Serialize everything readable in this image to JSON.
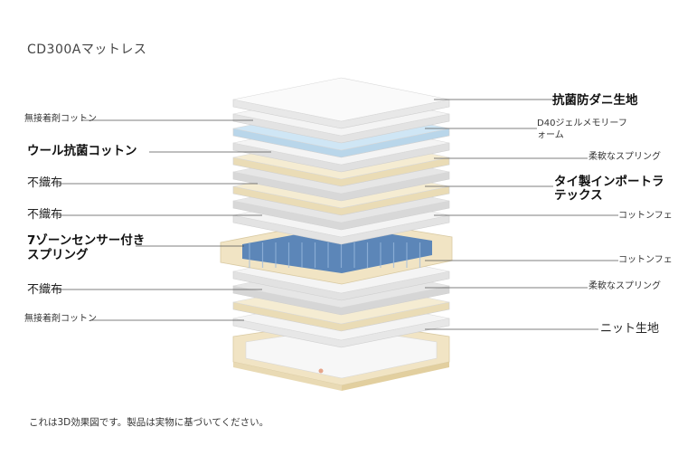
{
  "title": "CD300Aマットレス",
  "footer_note": "これは3D効果図です。製品は実物に基づいてください。",
  "left_labels": [
    "無接着剤コットン",
    "ウール抗菌コットン",
    "不織布",
    "不織布",
    "7ゾーンセンサー付き",
    "スプリング",
    "不織布",
    "無接着剤コットン"
  ],
  "right_labels": [
    "抗菌防ダニ生地",
    "D40ジェルメモリーフ",
    "ォーム",
    "柔軟なスプリング",
    "タイ製インポートラ",
    "テックス",
    "コットンフェ",
    "コットンフェ",
    "柔軟なスプリング",
    "ニット生地"
  ],
  "colors": {
    "fabric": "#f4f4f4",
    "gel_foam": "#cfe6f5",
    "latex": "#f5ecd2",
    "felt": "#e6e6e6",
    "spring": "#5c86b8",
    "frame": "#f1e4c4",
    "line": "#555555"
  }
}
